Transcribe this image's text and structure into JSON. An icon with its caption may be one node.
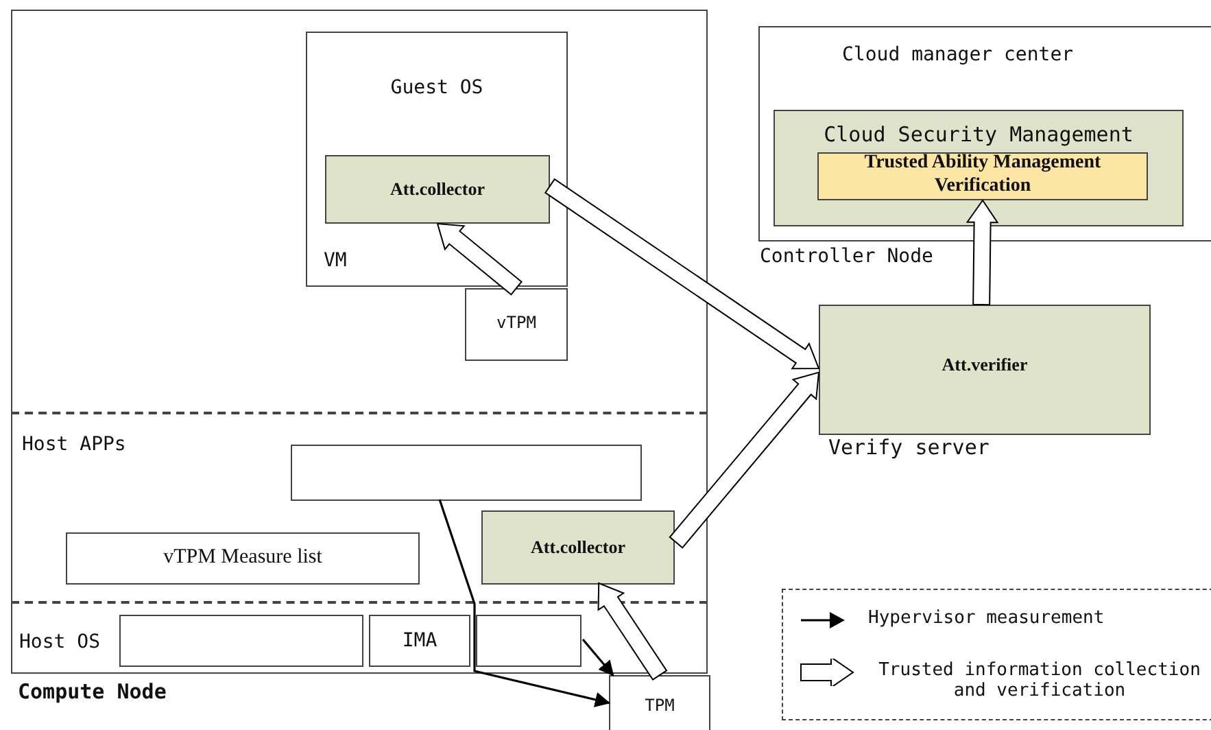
{
  "diagram": {
    "nodes": [
      {
        "text": [
          "Compute Node"
        ]
      },
      {
        "text": [
          "Guest OS",
          "VM"
        ],
        "in": 0
      },
      {
        "text": [
          "Att.collector"
        ],
        "in": 1
      },
      {
        "text": [
          "vTPM"
        ],
        "in": 0
      },
      {
        "text": [
          "Host APPs"
        ],
        "in": 0
      },
      {
        "text": [],
        "shape": "box",
        "in": 4
      },
      {
        "text": [
          "vTPM Measure list"
        ],
        "in": 4
      },
      {
        "text": [
          "Att.collector"
        ],
        "in": 4
      },
      {
        "text": [
          "Host OS"
        ],
        "in": 0
      },
      {
        "text": [],
        "shape": "box",
        "in": 8
      },
      {
        "text": [
          "IMA"
        ],
        "in": 8
      },
      {
        "text": [],
        "shape": "box",
        "in": 8
      },
      {
        "text": [
          "TPM"
        ]
      },
      {
        "text": [
          "Cloud manager center",
          "Controller Node"
        ]
      },
      {
        "text": [
          "Cloud Security Management"
        ],
        "in": 13
      },
      {
        "text": [
          "Trusted Ability Management Verification"
        ],
        "in": 14
      },
      {
        "text": [
          "Att.verifier",
          "Verify server"
        ]
      }
    ],
    "edges": [
      {
        "from": 3,
        "to": 2,
        "arrow": "to",
        "style": "thick"
      },
      {
        "from": 2,
        "to": 16,
        "arrow": "to",
        "style": "thick"
      },
      {
        "from": 7,
        "to": 16,
        "arrow": "to",
        "style": "thick"
      },
      {
        "from": 12,
        "to": 7,
        "arrow": "to",
        "style": "thick"
      },
      {
        "from": 16,
        "to": 15,
        "arrow": "to",
        "style": "thick"
      },
      {
        "from": 5,
        "to": 12,
        "arrow": "to"
      },
      {
        "from": 11,
        "to": 12,
        "arrow": "to"
      }
    ],
    "legend": [
      {
        "text": "Hypervisor measurement"
      },
      {
        "text": "Trusted information collection and verification"
      }
    ]
  }
}
